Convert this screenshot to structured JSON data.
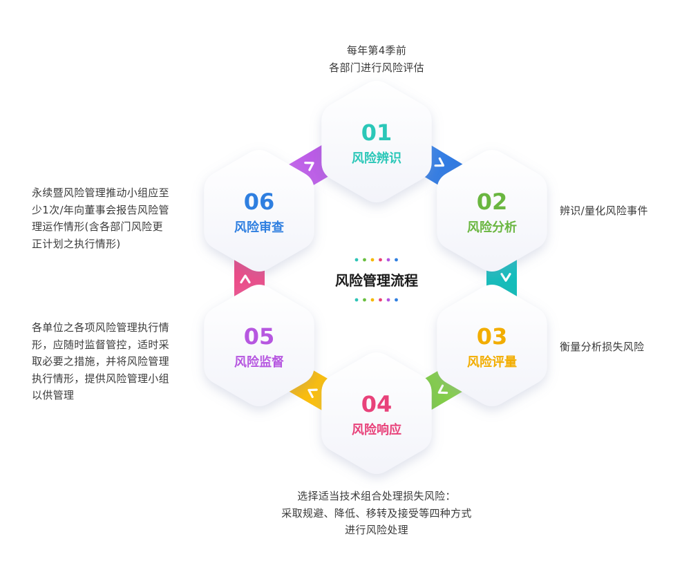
{
  "center": {
    "title": "风险管理流程",
    "dot_colors": [
      "#2ec4b6",
      "#6abf40",
      "#f5b700",
      "#e8407a",
      "#b455e0",
      "#2f7fe0"
    ]
  },
  "steps": [
    {
      "num": "01",
      "title": "风险辨识",
      "color": "#2bc7b8",
      "arrow_color_a": "#19c4cf",
      "arrow_color_b": "#0fb7a8",
      "desc": [
        "每年第4季前",
        "各部门进行风险评估"
      ]
    },
    {
      "num": "02",
      "title": "风险分析",
      "color": "#6ab640",
      "arrow_color_a": "#9ddc5a",
      "arrow_color_b": "#6bbf3a",
      "desc": [
        "辨识/量化风险事件"
      ]
    },
    {
      "num": "03",
      "title": "风险评量",
      "color": "#f2ad00",
      "arrow_color_a": "#ffd21a",
      "arrow_color_b": "#f5a800",
      "desc": [
        "衡量分析损失风险"
      ]
    },
    {
      "num": "04",
      "title": "风险响应",
      "color": "#e8427a",
      "arrow_color_a": "#f56aa0",
      "arrow_color_b": "#e03072",
      "desc": [
        "选择适当技术组合处理损失风险：",
        "采取规避、降低、移转及接受等四种方式",
        "进行风险处理"
      ]
    },
    {
      "num": "05",
      "title": "风险监督",
      "color": "#b657e0",
      "arrow_color_a": "#d47cf2",
      "arrow_color_b": "#a640dc",
      "desc": [
        "各单位之各项风险管理执行情",
        "形，应随时监督管控，适时采",
        "取必要之措施，并将风险管理",
        "执行情形，提供风险管理小组",
        "以供管理"
      ]
    },
    {
      "num": "06",
      "title": "风险审查",
      "color": "#2f7fe0",
      "arrow_color_a": "#4a93f0",
      "arrow_color_b": "#1f68d6",
      "desc": [
        "永续暨风险管理推动小组应至",
        "少1次/年向董事会报告风险管",
        "理运作情形(含各部门风险更",
        "正计划之执行情形)"
      ]
    }
  ],
  "arrows": [
    {
      "name": "arrow-06-to-01",
      "glyph": "›",
      "color_key": 5
    },
    {
      "name": "arrow-01-to-02",
      "glyph": "›",
      "color_key": 0
    },
    {
      "name": "arrow-02-to-03",
      "glyph": "⌄",
      "color_key": 1
    },
    {
      "name": "arrow-03-to-04",
      "glyph": "‹",
      "color_key": 2
    },
    {
      "name": "arrow-04-to-05",
      "glyph": "‹",
      "color_key": 3
    },
    {
      "name": "arrow-05-to-06",
      "glyph": "⌃",
      "color_key": 4
    }
  ]
}
